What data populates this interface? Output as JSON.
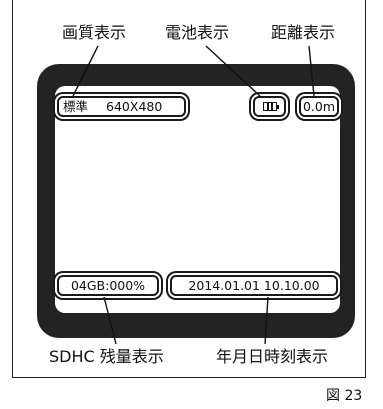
{
  "captions": {
    "image_quality": "画質表示",
    "battery": "電池表示",
    "distance": "距離表示",
    "sdhc_remaining": "SDHC 残量表示",
    "datetime": "年月日時刻表示"
  },
  "screen": {
    "quality_label": "標準",
    "resolution": "640X480",
    "battery_icon": "battery-icon",
    "distance": "0.0m",
    "sdhc": "04GB:000%",
    "datetime": "2014.01.01  10.10.00"
  },
  "figure_label": "図 23"
}
